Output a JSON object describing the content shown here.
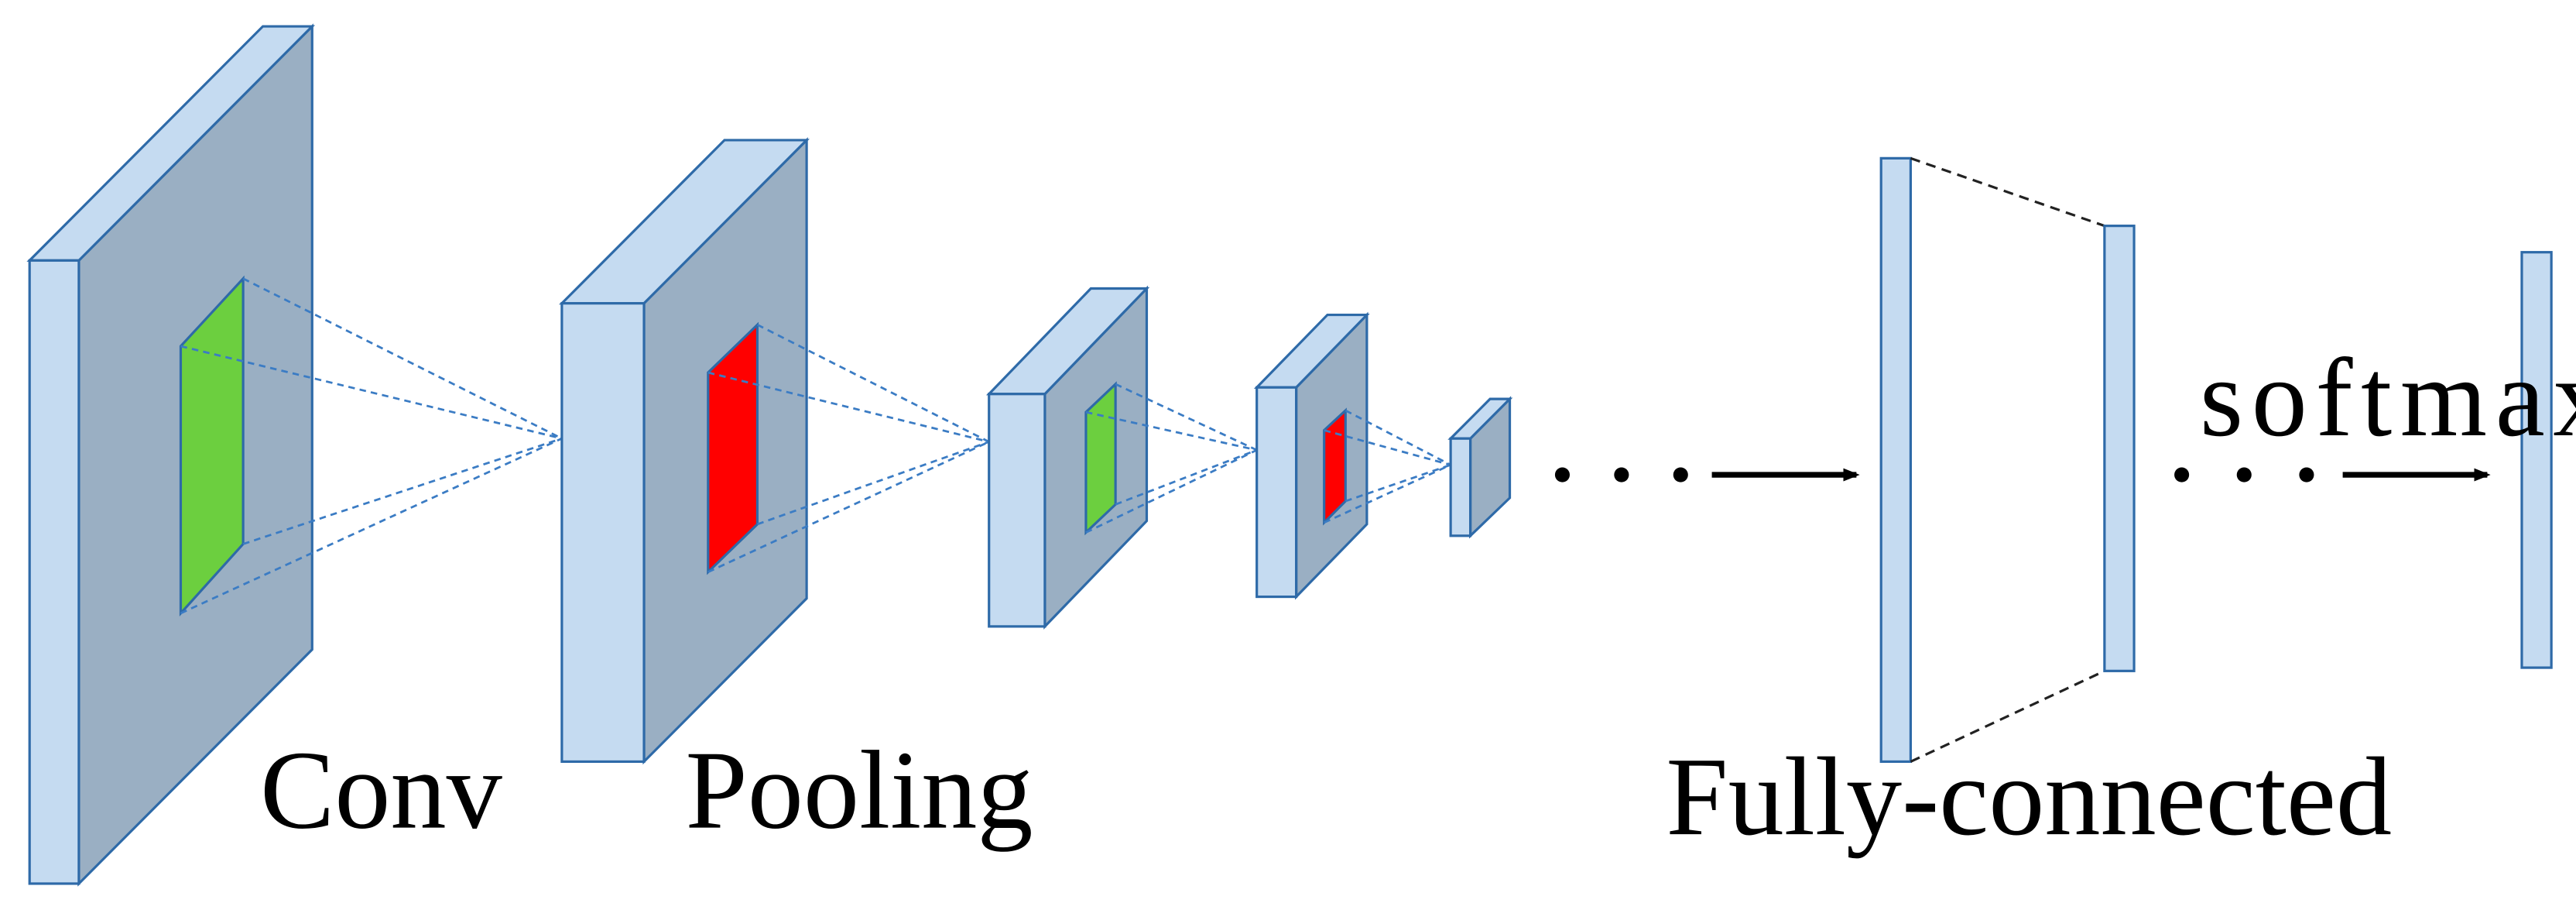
{
  "labels": {
    "conv": "Conv",
    "pooling": "Pooling",
    "fully_connected": "Fully-connected",
    "softmax": "softmax"
  },
  "colors": {
    "layer_front": "#c5dbf1",
    "layer_side": "#9aafc3",
    "layer_stroke": "#2e6aa8",
    "receptive_field_conv": "#6ccf3f",
    "receptive_field_pool": "#ff0000",
    "projection_lines": "#3b7cc4",
    "fc_dashes": "#222222",
    "arrow": "#000000"
  },
  "icons": {
    "ellipsis_1": "three-dots",
    "ellipsis_2": "three-dots",
    "arrow_1": "arrow-right",
    "arrow_2": "arrow-right"
  }
}
